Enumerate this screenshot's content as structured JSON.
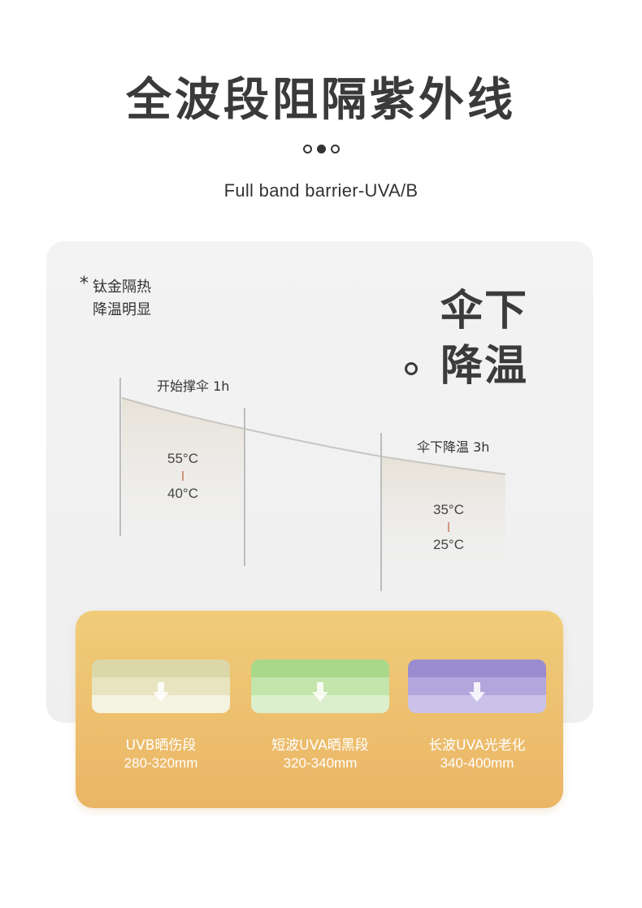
{
  "header": {
    "title": "全波段阻隔紫外线",
    "subtitle": "Full band barrier-UVA/B"
  },
  "panel": {
    "note_star": "*",
    "note_line1": "钛金隔热",
    "note_line2": "降温明显",
    "headline_line1": "伞下",
    "headline_line2": "降温"
  },
  "chart": {
    "start_label": "开始撑伞 1h",
    "end_label": "伞下降温 3h",
    "start_high": "55°C",
    "start_low": "40°C",
    "end_high": "35°C",
    "end_low": "25°C"
  },
  "bands": [
    {
      "name": "UVB晒伤段",
      "range": "280-320mm",
      "color_top": "#dcd7a8",
      "color_mid": "#e8e4c0",
      "color_bot": "#f4f2e0"
    },
    {
      "name": "短波UVA晒黑段",
      "range": "320-340mm",
      "color_top": "#a9d88a",
      "color_mid": "#c3e4aa",
      "color_bot": "#dcefcc"
    },
    {
      "name": "长波UVA光老化",
      "range": "340-400mm",
      "color_top": "#9b8ccf",
      "color_mid": "#b3a6dc",
      "color_bot": "#cbc2e9"
    }
  ],
  "colors": {
    "card": "#edbe6c",
    "panel": "#f2f2f2",
    "curve": "#c8c6c0"
  }
}
